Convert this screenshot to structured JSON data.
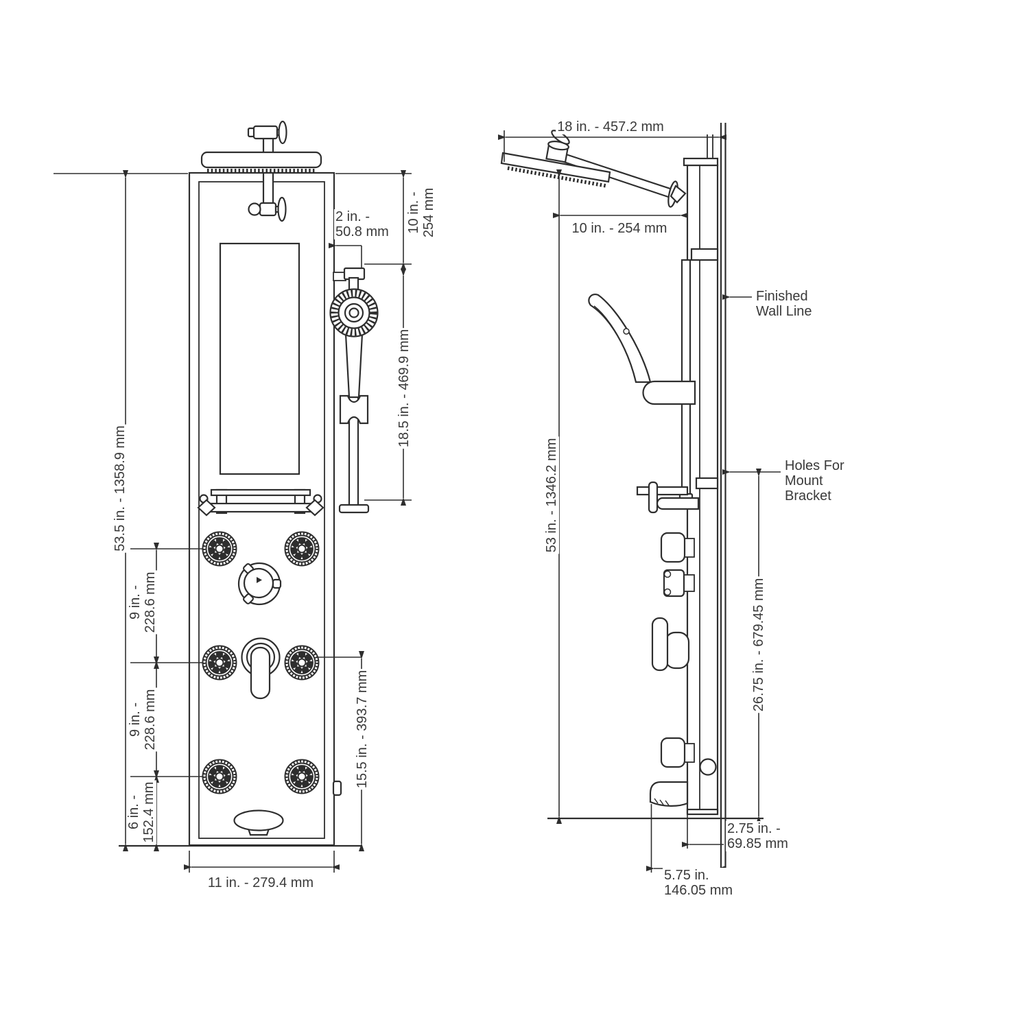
{
  "diagram": {
    "subject": "Shower panel installation drawing, front and side views",
    "line_color": "#2e2e2e",
    "text_color": "#3a3a3a",
    "background": "#ffffff"
  },
  "front_view": {
    "dim_total_height": "53.5 in. - 1358.9 mm",
    "dim_head_to_handshower_mount": "10 in. -\n254 mm",
    "dim_handshower_offset": "2 in. -\n50.8 mm",
    "dim_handshower_bar_length": "18.5 in. - 469.9 mm",
    "dim_jet_spacing_upper": "9 in. -\n228.6 mm",
    "dim_jet_spacing_lower": "9 in. -\n228.6 mm",
    "dim_bottom_jet_height": "6 in. -\n152.4 mm",
    "dim_middle_jet_height": "15.5 in. - 393.7 mm",
    "dim_panel_width": "11 in. - 279.4 mm"
  },
  "side_view": {
    "dim_showerhead_reach": "18 in. - 457.2 mm",
    "dim_showerhead_offset": "10 in. - 254 mm",
    "dim_total_height": "53 in. - 1346.2 mm",
    "dim_mount_bracket_height": "26.75 in. - 679.45 mm",
    "dim_panel_depth": "2.75 in. -\n69.85 mm",
    "dim_spout_reach": "5.75 in.\n146.05 mm",
    "label_finished_wall_line": "Finished\nWall Line",
    "label_mount_bracket_holes": "Holes For\nMount\nBracket"
  }
}
